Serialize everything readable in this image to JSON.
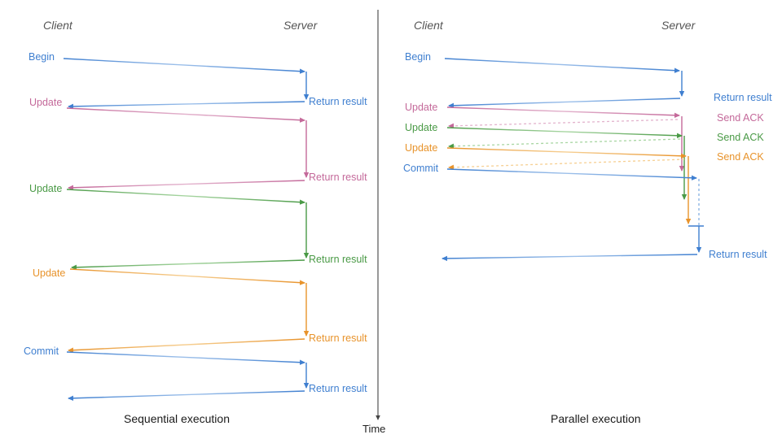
{
  "figure": {
    "type": "sequence-diagram",
    "title_left": "Sequential execution",
    "title_right": "Parallel execution",
    "time_axis_label": "Time",
    "colors": {
      "blue": "#3f7fd0",
      "pink": "#c4699a",
      "green": "#4a9a46",
      "orange": "#e8932b",
      "actor": "#555555",
      "divider": "#444444",
      "caption": "#1a1a1a"
    }
  },
  "panels": [
    {
      "id": "sequential",
      "caption": "Sequential execution",
      "actors": {
        "client": "Client",
        "server": "Server"
      },
      "messages": [
        {
          "label": "Begin",
          "color": "blue",
          "side": "client",
          "dashed": false
        },
        {
          "label": "Return result",
          "color": "blue",
          "side": "server",
          "dashed": false
        },
        {
          "label": "Update",
          "color": "pink",
          "side": "client",
          "dashed": false
        },
        {
          "label": "Return result",
          "color": "pink",
          "side": "server",
          "dashed": false
        },
        {
          "label": "Update",
          "color": "green",
          "side": "client",
          "dashed": false
        },
        {
          "label": "Return result",
          "color": "green",
          "side": "server",
          "dashed": false
        },
        {
          "label": "Update",
          "color": "orange",
          "side": "client",
          "dashed": false
        },
        {
          "label": "Return result",
          "color": "orange",
          "side": "server",
          "dashed": false
        },
        {
          "label": "Commit",
          "color": "blue",
          "side": "client",
          "dashed": false
        },
        {
          "label": "Return result",
          "color": "blue",
          "side": "server",
          "dashed": false
        }
      ]
    },
    {
      "id": "parallel",
      "caption": "Parallel execution",
      "actors": {
        "client": "Client",
        "server": "Server"
      },
      "messages": [
        {
          "label": "Begin",
          "color": "blue",
          "side": "client",
          "dashed": false
        },
        {
          "label": "Return result",
          "color": "blue",
          "side": "server",
          "dashed": false
        },
        {
          "label": "Update",
          "color": "pink",
          "side": "client",
          "dashed": false
        },
        {
          "label": "Send ACK",
          "color": "pink",
          "side": "server",
          "dashed": true
        },
        {
          "label": "Update",
          "color": "green",
          "side": "client",
          "dashed": false
        },
        {
          "label": "Send ACK",
          "color": "green",
          "side": "server",
          "dashed": true
        },
        {
          "label": "Update",
          "color": "orange",
          "side": "client",
          "dashed": false
        },
        {
          "label": "Send ACK",
          "color": "orange",
          "side": "server",
          "dashed": true
        },
        {
          "label": "Commit",
          "color": "blue",
          "side": "client",
          "dashed": false
        },
        {
          "label": "Return result",
          "color": "blue",
          "side": "server",
          "dashed": false
        }
      ]
    }
  ],
  "labels": {
    "left": {
      "actor_client": "Client",
      "actor_server": "Server",
      "begin": "Begin",
      "ret1": "Return result",
      "update1": "Update",
      "ret2": "Return result",
      "update2": "Update",
      "ret3": "Return result",
      "update3": "Update",
      "ret4": "Return result",
      "commit": "Commit",
      "ret5": "Return result",
      "caption": "Sequential execution"
    },
    "right": {
      "actor_client": "Client",
      "actor_server": "Server",
      "begin": "Begin",
      "ret1": "Return result",
      "update1": "Update",
      "ack1": "Send ACK",
      "update2": "Update",
      "ack2": "Send ACK",
      "update3": "Update",
      "ack3": "Send ACK",
      "commit": "Commit",
      "ret2": "Return result",
      "caption": "Parallel execution"
    },
    "time": "Time"
  }
}
